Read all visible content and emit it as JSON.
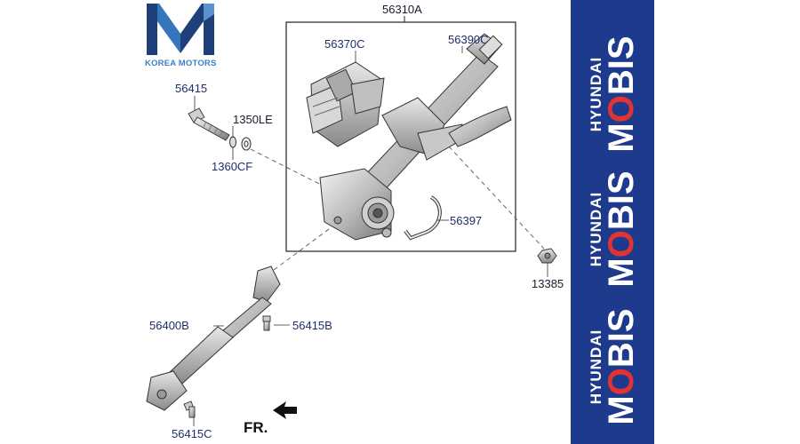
{
  "brand": {
    "name": "KOREA MOTORS",
    "accent": "#3a7fc4",
    "dark": "#1f3f7a"
  },
  "watermark": {
    "line1": "HYUNDAI",
    "line2": "MOBIS",
    "color_bg": "#1e3a8c",
    "color_o": "#e23232"
  },
  "parts": {
    "p56310A": "56310A",
    "p56370C": "56370C",
    "p56390C": "56390C",
    "p56415": "56415",
    "p1350LE": "1350LE",
    "p1360CF": "1360CF",
    "p56397": "56397",
    "p13385": "13385",
    "p56400B": "56400B",
    "p56415B": "56415B",
    "p56415C": "56415C"
  },
  "direction_label": "FR."
}
